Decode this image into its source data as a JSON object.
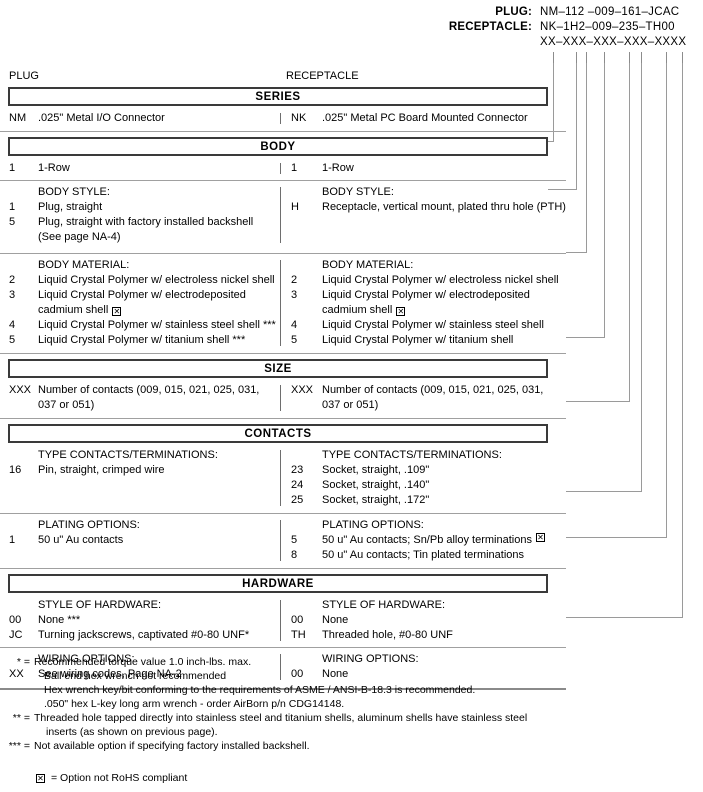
{
  "part_number_header": {
    "rows": [
      {
        "label": "PLUG:",
        "value": "NM–112 –009–161–JCAC"
      },
      {
        "label": "RECEPTACLE:",
        "value": "NK–1H2–009–235–TH00"
      },
      {
        "label": "",
        "value": "XX–XXX–XXX–XXX–XXXX"
      }
    ]
  },
  "column_headers": {
    "plug": "PLUG",
    "receptacle": "RECEPTACLE"
  },
  "sections": {
    "series": {
      "banner": "SERIES",
      "plug": {
        "code": "NM",
        "desc": ".025\" Metal I/O Connector"
      },
      "receptacle": {
        "code": "NK",
        "desc": ".025\" Metal PC Board Mounted Connector"
      }
    },
    "body": {
      "banner": "BODY",
      "row_plug": {
        "code": "1",
        "desc": "1-Row"
      },
      "row_receptacle": {
        "code": "1",
        "desc": "1-Row"
      },
      "body_style": {
        "heading": "BODY STYLE:",
        "plug": [
          {
            "code": "1",
            "desc": "Plug, straight"
          },
          {
            "code": "5",
            "desc": "Plug, straight with factory installed backshell"
          }
        ],
        "plug_cont": "(See page NA-4)",
        "receptacle": [
          {
            "code": "H",
            "desc": "Receptacle, vertical mount, plated thru hole (PTH)"
          }
        ]
      },
      "body_material": {
        "heading": "BODY MATERIAL:",
        "plug": [
          {
            "code": "2",
            "desc": "Liquid Crystal Polymer w/ electroless nickel shell",
            "rohs": false
          },
          {
            "code": "3",
            "desc": "Liquid Crystal Polymer w/ electrodeposited",
            "cont": "cadmium shell",
            "rohs": true
          },
          {
            "code": "4",
            "desc": "Liquid Crystal Polymer w/ stainless steel shell ***",
            "rohs": false
          },
          {
            "code": "5",
            "desc": "Liquid Crystal Polymer w/ titanium shell ***",
            "rohs": false
          }
        ],
        "receptacle": [
          {
            "code": "2",
            "desc": "Liquid Crystal Polymer w/ electroless nickel shell",
            "rohs": false
          },
          {
            "code": "3",
            "desc": "Liquid Crystal Polymer w/ electrodeposited",
            "cont": "cadmium shell",
            "rohs": true
          },
          {
            "code": "4",
            "desc": "Liquid Crystal Polymer w/ stainless steel shell",
            "rohs": false
          },
          {
            "code": "5",
            "desc": "Liquid Crystal Polymer w/ titanium shell",
            "rohs": false
          }
        ]
      }
    },
    "size": {
      "banner": "SIZE",
      "plug": {
        "code": "XXX",
        "desc": "Number of contacts (009, 015, 021, 025, 031,",
        "cont": "037 or 051)"
      },
      "receptacle": {
        "code": "XXX",
        "desc": "Number of contacts (009, 015, 021, 025, 031,",
        "cont": "037 or 051)"
      }
    },
    "contacts": {
      "banner": "CONTACTS",
      "type": {
        "heading": "TYPE CONTACTS/TERMINATIONS:",
        "plug": [
          {
            "code": "16",
            "desc": "Pin, straight, crimped wire"
          }
        ],
        "receptacle": [
          {
            "code": "23",
            "desc": "Socket, straight, .109\""
          },
          {
            "code": "24",
            "desc": "Socket, straight, .140\""
          },
          {
            "code": "25",
            "desc": "Socket, straight, .172\""
          }
        ]
      },
      "plating": {
        "heading": "PLATING OPTIONS:",
        "plug": [
          {
            "code": "1",
            "desc": "50 u\" Au contacts",
            "rohs": false
          }
        ],
        "receptacle": [
          {
            "code": "5",
            "desc": "50 u\" Au contacts; Sn/Pb alloy terminations",
            "rohs": true
          },
          {
            "code": "8",
            "desc": "50 u\" Au contacts; Tin plated terminations",
            "rohs": false
          }
        ]
      }
    },
    "hardware": {
      "banner": "HARDWARE",
      "style": {
        "heading": "STYLE OF HARDWARE:",
        "plug": [
          {
            "code": "00",
            "desc": "None  ***"
          },
          {
            "code": "JC",
            "desc": "Turning jackscrews, captivated #0-80 UNF*"
          }
        ],
        "receptacle": [
          {
            "code": "00",
            "desc": "None"
          },
          {
            "code": "TH",
            "desc": "Threaded hole, #0-80 UNF"
          }
        ]
      },
      "wiring": {
        "heading": "WIRING OPTIONS:",
        "plug": [
          {
            "code": "XX",
            "desc": "See wiring codes, Page NA-2"
          }
        ],
        "receptacle": [
          {
            "code": "00",
            "desc": "None"
          }
        ]
      }
    }
  },
  "footnotes": [
    {
      "marker": "* =",
      "text": "Recommended torque value 1.0 inch-lbs. max.",
      "cont": [
        "Ball end hex wrench not recommended",
        "Hex wrench key/bit conforming to the requirements of ASME / ANSI-B-18.3 is recommended.",
        ".050\" hex L-key long arm wrench - order AirBorn p/n CDG14148."
      ]
    },
    {
      "marker": "** =",
      "text": "Threaded hole tapped directly into stainless steel and titanium shells, aluminum shells have stainless steel",
      "cont": [
        "inserts (as shown on previous page)."
      ]
    },
    {
      "marker": "*** =",
      "text": "Not available option if specifying factory installed backshell.",
      "cont": []
    }
  ],
  "rohs_legend": {
    "symbol": "☒",
    "text": "= Option not RoHS compliant"
  },
  "colors": {
    "text": "#000000",
    "banner_border": "#3a3a3a",
    "rule": "#a0a0a0",
    "bracket": "#9a9a9a",
    "divider": "#6e6e6e",
    "background": "#ffffff"
  }
}
